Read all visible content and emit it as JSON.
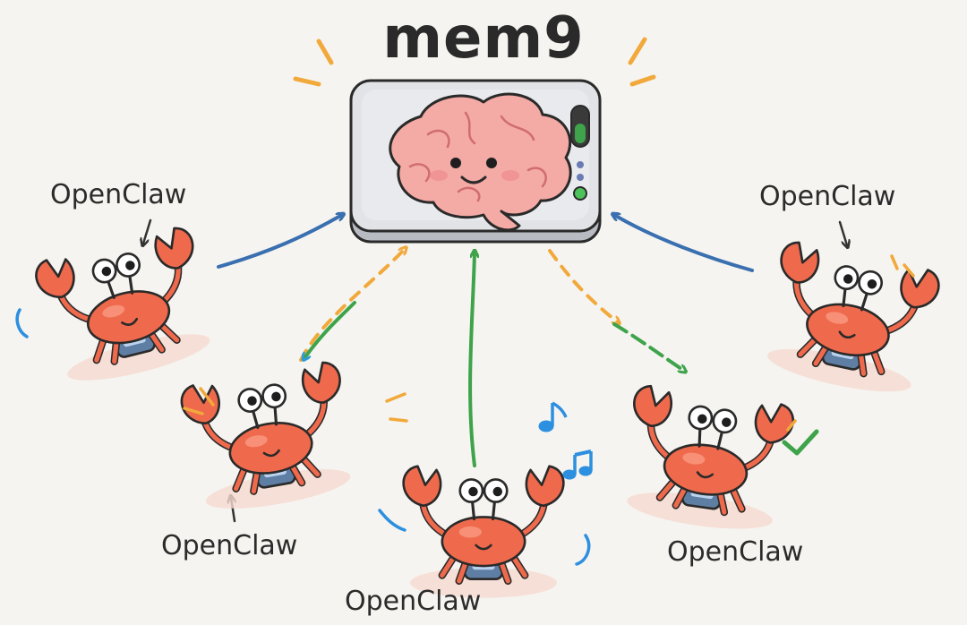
{
  "title": "mem9",
  "agents": [
    {
      "id": "left-top",
      "label": "OpenClaw"
    },
    {
      "id": "right-top",
      "label": "OpenClaw"
    },
    {
      "id": "left-bottom",
      "label": "OpenClaw"
    },
    {
      "id": "bottom-center",
      "label": "OpenClaw"
    },
    {
      "id": "right-bottom",
      "label": "OpenClaw"
    }
  ],
  "colors": {
    "background": "#f5f4f0",
    "crab": "#ef6a4c",
    "brain": "#f3a9a6",
    "device": "#dfe0e2",
    "arrow_blue": "#3a6fb0",
    "arrow_green": "#3ea34a",
    "arrow_orange": "#f2a93b",
    "accent_music": "#2d8fe0",
    "check": "#3ea34a"
  },
  "icons": [
    "brain-icon",
    "storage-device",
    "crab-icon",
    "music-note-icon",
    "check-icon"
  ]
}
